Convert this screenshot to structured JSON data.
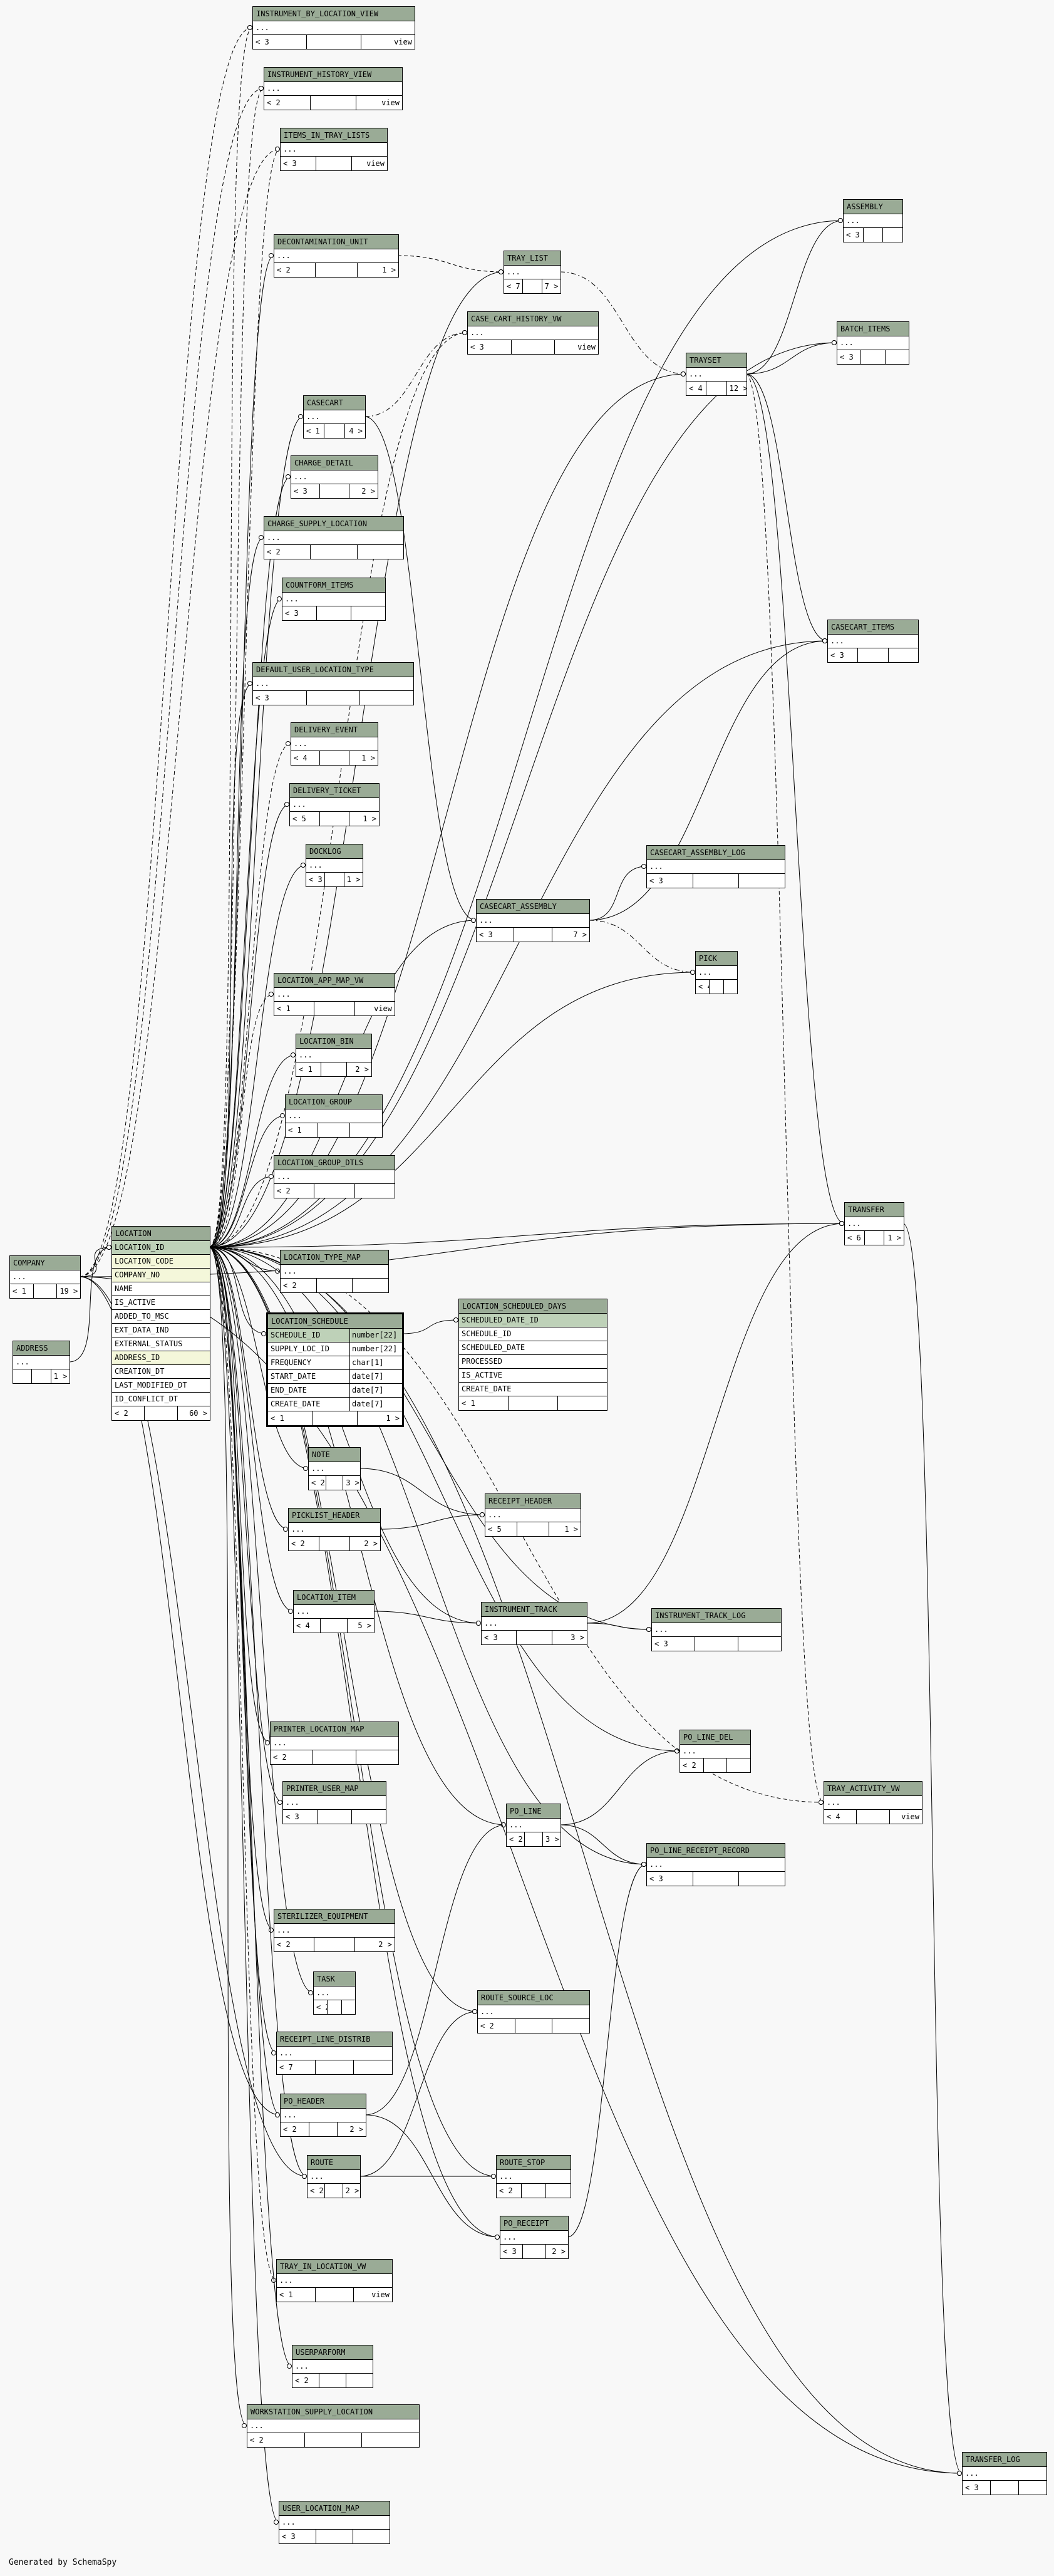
{
  "generator": "Generated by SchemaSpy",
  "tables": [
    {
      "id": "INSTRUMENT_BY_LOCATION_VIEW",
      "label": "INSTRUMENT_BY_LOCATION_VIEW",
      "ellipsis": "...",
      "footer": [
        "< 3",
        "",
        "view"
      ]
    },
    {
      "id": "INSTRUMENT_HISTORY_VIEW",
      "label": "INSTRUMENT_HISTORY_VIEW",
      "ellipsis": "...",
      "footer": [
        "< 2",
        "",
        "view"
      ]
    },
    {
      "id": "ITEMS_IN_TRAY_LISTS",
      "label": "ITEMS_IN_TRAY_LISTS",
      "ellipsis": "...",
      "footer": [
        "< 3",
        "",
        "view"
      ]
    },
    {
      "id": "ASSEMBLY",
      "label": "ASSEMBLY",
      "ellipsis": "...",
      "footer": [
        "< 3",
        "",
        ""
      ]
    },
    {
      "id": "DECONTAMINATION_UNIT",
      "label": "DECONTAMINATION_UNIT",
      "ellipsis": "...",
      "footer": [
        "< 2",
        "",
        "1 >"
      ]
    },
    {
      "id": "TRAY_LIST",
      "label": "TRAY_LIST",
      "ellipsis": "...",
      "footer": [
        "< 7",
        "",
        "7 >"
      ]
    },
    {
      "id": "CASE_CART_HISTORY_VW",
      "label": "CASE_CART_HISTORY_VW",
      "ellipsis": "...",
      "footer": [
        "< 3",
        "",
        "view"
      ]
    },
    {
      "id": "BATCH_ITEMS",
      "label": "BATCH_ITEMS",
      "ellipsis": "...",
      "footer": [
        "< 3",
        "",
        ""
      ]
    },
    {
      "id": "TRAYSET",
      "label": "TRAYSET",
      "ellipsis": "...",
      "footer": [
        "< 4",
        "",
        "12 >"
      ]
    },
    {
      "id": "CASECART",
      "label": "CASECART",
      "ellipsis": "...",
      "footer": [
        "< 1",
        "",
        "4 >"
      ]
    },
    {
      "id": "CHARGE_DETAIL",
      "label": "CHARGE_DETAIL",
      "ellipsis": "...",
      "footer": [
        "< 3",
        "",
        "2 >"
      ]
    },
    {
      "id": "CHARGE_SUPPLY_LOCATION",
      "label": "CHARGE_SUPPLY_LOCATION",
      "ellipsis": "...",
      "footer": [
        "< 2",
        "",
        ""
      ]
    },
    {
      "id": "COUNTFORM_ITEMS",
      "label": "COUNTFORM_ITEMS",
      "ellipsis": "...",
      "footer": [
        "< 3",
        "",
        ""
      ]
    },
    {
      "id": "CASECART_ITEMS",
      "label": "CASECART_ITEMS",
      "ellipsis": "...",
      "footer": [
        "< 3",
        "",
        ""
      ]
    },
    {
      "id": "DEFAULT_USER_LOCATION_TYPE",
      "label": "DEFAULT_USER_LOCATION_TYPE",
      "ellipsis": "...",
      "footer": [
        "< 3",
        "",
        ""
      ]
    },
    {
      "id": "DELIVERY_EVENT",
      "label": "DELIVERY_EVENT",
      "ellipsis": "...",
      "footer": [
        "< 4",
        "",
        "1 >"
      ]
    },
    {
      "id": "DELIVERY_TICKET",
      "label": "DELIVERY_TICKET",
      "ellipsis": "...",
      "footer": [
        "< 5",
        "",
        "1 >"
      ]
    },
    {
      "id": "DOCKLOG",
      "label": "DOCKLOG",
      "ellipsis": "...",
      "footer": [
        "< 3",
        "",
        "1 >"
      ]
    },
    {
      "id": "CASECART_ASSEMBLY_LOG",
      "label": "CASECART_ASSEMBLY_LOG",
      "ellipsis": "...",
      "footer": [
        "< 3",
        "",
        ""
      ]
    },
    {
      "id": "CASECART_ASSEMBLY",
      "label": "CASECART_ASSEMBLY",
      "ellipsis": "...",
      "footer": [
        "< 3",
        "",
        "7 >"
      ]
    },
    {
      "id": "PICK",
      "label": "PICK",
      "ellipsis": "...",
      "footer": [
        "< 4",
        "",
        ""
      ]
    },
    {
      "id": "LOCATION_APP_MAP_VW",
      "label": "LOCATION_APP_MAP_VW",
      "ellipsis": "...",
      "footer": [
        "< 1",
        "",
        "view"
      ]
    },
    {
      "id": "LOCATION_BIN",
      "label": "LOCATION_BIN",
      "ellipsis": "...",
      "footer": [
        "< 1",
        "",
        "2 >"
      ]
    },
    {
      "id": "LOCATION_GROUP",
      "label": "LOCATION_GROUP",
      "ellipsis": "...",
      "footer": [
        "< 1",
        "",
        ""
      ]
    },
    {
      "id": "LOCATION_GROUP_DTLS",
      "label": "LOCATION_GROUP_DTLS",
      "ellipsis": "...",
      "footer": [
        "< 2",
        "",
        ""
      ]
    },
    {
      "id": "TRANSFER",
      "label": "TRANSFER",
      "ellipsis": "...",
      "footer": [
        "< 6",
        "",
        "1 >"
      ]
    },
    {
      "id": "COMPANY",
      "label": "COMPANY",
      "ellipsis": "...",
      "footer": [
        "< 1",
        "",
        "19 >"
      ]
    },
    {
      "id": "LOCATION",
      "label": "LOCATION",
      "rows": [
        {
          "name": "LOCATION_ID",
          "kind": "pk"
        },
        {
          "name": "LOCATION_CODE",
          "kind": "key"
        },
        {
          "name": "COMPANY_NO",
          "kind": "key"
        },
        {
          "name": "NAME"
        },
        {
          "name": "IS_ACTIVE"
        },
        {
          "name": "ADDED_TO_MSC"
        },
        {
          "name": "EXT_DATA_IND"
        },
        {
          "name": "EXTERNAL_STATUS"
        },
        {
          "name": "ADDRESS_ID",
          "kind": "key"
        },
        {
          "name": "CREATION_DT"
        },
        {
          "name": "LAST_MODIFIED_DT"
        },
        {
          "name": "ID_CONFLICT_DT"
        }
      ],
      "footer": [
        "< 2",
        "",
        "60 >"
      ]
    },
    {
      "id": "LOCATION_TYPE_MAP",
      "label": "LOCATION_TYPE_MAP",
      "ellipsis": "...",
      "footer": [
        "< 2",
        "",
        ""
      ]
    },
    {
      "id": "ADDRESS",
      "label": "ADDRESS",
      "ellipsis": "...",
      "footer": [
        "",
        "",
        "1 >"
      ]
    },
    {
      "id": "LOCATION_SCHEDULE",
      "label": "LOCATION_SCHEDULE",
      "rows": [
        {
          "name": "SCHEDULE_ID",
          "type": "number[22]",
          "kind": "pk"
        },
        {
          "name": "SUPPLY_LOC_ID",
          "type": "number[22]"
        },
        {
          "name": "FREQUENCY",
          "type": "char[1]"
        },
        {
          "name": "START_DATE",
          "type": "date[7]"
        },
        {
          "name": "END_DATE",
          "type": "date[7]"
        },
        {
          "name": "CREATE_DATE",
          "type": "date[7]"
        }
      ],
      "footer": [
        "< 1",
        "",
        "1 >"
      ]
    },
    {
      "id": "LOCATION_SCHEDULED_DAYS",
      "label": "LOCATION_SCHEDULED_DAYS",
      "rows": [
        {
          "name": "SCHEDULED_DATE_ID",
          "kind": "pk"
        },
        {
          "name": "SCHEDULE_ID"
        },
        {
          "name": "SCHEDULED_DATE"
        },
        {
          "name": "PROCESSED"
        },
        {
          "name": "IS_ACTIVE"
        },
        {
          "name": "CREATE_DATE"
        }
      ],
      "footer": [
        "< 1",
        "",
        ""
      ]
    },
    {
      "id": "NOTE",
      "label": "NOTE",
      "ellipsis": "...",
      "footer": [
        "< 2",
        "",
        "3 >"
      ]
    },
    {
      "id": "RECEIPT_HEADER",
      "label": "RECEIPT_HEADER",
      "ellipsis": "...",
      "footer": [
        "< 5",
        "",
        "1 >"
      ]
    },
    {
      "id": "PICKLIST_HEADER",
      "label": "PICKLIST_HEADER",
      "ellipsis": "...",
      "footer": [
        "< 2",
        "",
        "2 >"
      ]
    },
    {
      "id": "LOCATION_ITEM",
      "label": "LOCATION_ITEM",
      "ellipsis": "...",
      "footer": [
        "< 4",
        "",
        "5 >"
      ]
    },
    {
      "id": "INSTRUMENT_TRACK",
      "label": "INSTRUMENT_TRACK",
      "ellipsis": "...",
      "footer": [
        "< 3",
        "",
        "3 >"
      ]
    },
    {
      "id": "INSTRUMENT_TRACK_LOG",
      "label": "INSTRUMENT_TRACK_LOG",
      "ellipsis": "...",
      "footer": [
        "< 3",
        "",
        ""
      ]
    },
    {
      "id": "PRINTER_LOCATION_MAP",
      "label": "PRINTER_LOCATION_MAP",
      "ellipsis": "...",
      "footer": [
        "< 2",
        "",
        ""
      ]
    },
    {
      "id": "PO_LINE_DEL",
      "label": "PO_LINE_DEL",
      "ellipsis": "...",
      "footer": [
        "< 2",
        "",
        ""
      ]
    },
    {
      "id": "PRINTER_USER_MAP",
      "label": "PRINTER_USER_MAP",
      "ellipsis": "...",
      "footer": [
        "< 3",
        "",
        ""
      ]
    },
    {
      "id": "TRAY_ACTIVITY_VW",
      "label": "TRAY_ACTIVITY_VW",
      "ellipsis": "...",
      "footer": [
        "< 4",
        "",
        "view"
      ]
    },
    {
      "id": "PO_LINE",
      "label": "PO_LINE",
      "ellipsis": "...",
      "footer": [
        "< 2",
        "",
        "3 >"
      ]
    },
    {
      "id": "PO_LINE_RECEIPT_RECORD",
      "label": "PO_LINE_RECEIPT_RECORD",
      "ellipsis": "...",
      "footer": [
        "< 3",
        "",
        ""
      ]
    },
    {
      "id": "STERILIZER_EQUIPMENT",
      "label": "STERILIZER_EQUIPMENT",
      "ellipsis": "...",
      "footer": [
        "< 2",
        "",
        "2 >"
      ]
    },
    {
      "id": "TASK",
      "label": "TASK",
      "ellipsis": "...",
      "footer": [
        "< 2",
        "",
        ""
      ]
    },
    {
      "id": "ROUTE_SOURCE_LOC",
      "label": "ROUTE_SOURCE_LOC",
      "ellipsis": "...",
      "footer": [
        "< 2",
        "",
        ""
      ]
    },
    {
      "id": "RECEIPT_LINE_DISTRIB",
      "label": "RECEIPT_LINE_DISTRIB",
      "ellipsis": "...",
      "footer": [
        "< 7",
        "",
        ""
      ]
    },
    {
      "id": "PO_HEADER",
      "label": "PO_HEADER",
      "ellipsis": "...",
      "footer": [
        "< 2",
        "",
        "2 >"
      ]
    },
    {
      "id": "ROUTE",
      "label": "ROUTE",
      "ellipsis": "...",
      "footer": [
        "< 2",
        "",
        "2 >"
      ]
    },
    {
      "id": "ROUTE_STOP",
      "label": "ROUTE_STOP",
      "ellipsis": "...",
      "footer": [
        "< 2",
        "",
        ""
      ]
    },
    {
      "id": "PO_RECEIPT",
      "label": "PO_RECEIPT",
      "ellipsis": "...",
      "footer": [
        "< 3",
        "",
        "2 >"
      ]
    },
    {
      "id": "TRAY_IN_LOCATION_VW",
      "label": "TRAY_IN_LOCATION_VW",
      "ellipsis": "...",
      "footer": [
        "< 1",
        "",
        "view"
      ]
    },
    {
      "id": "USERPARFORM",
      "label": "USERPARFORM",
      "ellipsis": "...",
      "footer": [
        "< 2",
        "",
        ""
      ]
    },
    {
      "id": "WORKSTATION_SUPPLY_LOCATION",
      "label": "WORKSTATION_SUPPLY_LOCATION",
      "ellipsis": "...",
      "footer": [
        "< 2",
        "",
        ""
      ]
    },
    {
      "id": "TRANSFER_LOG",
      "label": "TRANSFER_LOG",
      "ellipsis": "...",
      "footer": [
        "< 3",
        "",
        ""
      ]
    },
    {
      "id": "USER_LOCATION_MAP",
      "label": "USER_LOCATION_MAP",
      "ellipsis": "...",
      "footer": [
        "< 3",
        "",
        ""
      ]
    }
  ],
  "relationships": [
    {
      "from": "LOCATION",
      "to": "INSTRUMENT_BY_LOCATION_VIEW",
      "style": "dashed"
    },
    {
      "from": "LOCATION",
      "to": "INSTRUMENT_HISTORY_VIEW",
      "style": "dashed"
    },
    {
      "from": "LOCATION",
      "to": "ITEMS_IN_TRAY_LISTS",
      "style": "dashed"
    },
    {
      "from": "COMPANY",
      "to": "INSTRUMENT_BY_LOCATION_VIEW",
      "style": "dashed"
    },
    {
      "from": "COMPANY",
      "to": "INSTRUMENT_HISTORY_VIEW",
      "style": "dashed"
    },
    {
      "from": "COMPANY",
      "to": "ITEMS_IN_TRAY_LISTS",
      "style": "dashed"
    },
    {
      "from": "LOCATION",
      "to": "ASSEMBLY",
      "style": "solid"
    },
    {
      "from": "LOCATION",
      "to": "DECONTAMINATION_UNIT",
      "style": "solid"
    },
    {
      "from": "LOCATION",
      "to": "TRAY_LIST",
      "style": "solid"
    },
    {
      "from": "LOCATION",
      "to": "CASE_CART_HISTORY_VW",
      "style": "dashed"
    },
    {
      "from": "DECONTAMINATION_UNIT",
      "to": "TRAY_LIST",
      "style": "dashed"
    },
    {
      "from": "TRAY_LIST",
      "to": "TRAYSET",
      "style": "dashdot"
    },
    {
      "from": "LOCATION",
      "to": "BATCH_ITEMS",
      "style": "solid"
    },
    {
      "from": "LOCATION",
      "to": "TRAYSET",
      "style": "solid"
    },
    {
      "from": "TRAYSET",
      "to": "ASSEMBLY",
      "style": "solid"
    },
    {
      "from": "TRAYSET",
      "to": "BATCH_ITEMS",
      "style": "solid"
    },
    {
      "from": "TRAYSET",
      "to": "CASECART_ITEMS",
      "style": "solid"
    },
    {
      "from": "TRAYSET",
      "to": "TRANSFER",
      "style": "solid"
    },
    {
      "from": "TRAYSET",
      "to": "TRAY_ACTIVITY_VW",
      "style": "dashed"
    },
    {
      "from": "LOCATION",
      "to": "CASECART",
      "style": "solid"
    },
    {
      "from": "CASECART",
      "to": "CASE_CART_HISTORY_VW",
      "style": "dashdot"
    },
    {
      "from": "CASECART",
      "to": "CASECART_ASSEMBLY",
      "style": "solid"
    },
    {
      "from": "LOCATION",
      "to": "CHARGE_DETAIL",
      "style": "solid"
    },
    {
      "from": "LOCATION",
      "to": "CHARGE_SUPPLY_LOCATION",
      "style": "solid"
    },
    {
      "from": "LOCATION",
      "to": "COUNTFORM_ITEMS",
      "style": "solid"
    },
    {
      "from": "LOCATION",
      "to": "CASECART_ITEMS",
      "style": "solid"
    },
    {
      "from": "LOCATION",
      "to": "DEFAULT_USER_LOCATION_TYPE",
      "style": "solid"
    },
    {
      "from": "LOCATION",
      "to": "DELIVERY_EVENT",
      "style": "dashed"
    },
    {
      "from": "LOCATION",
      "to": "DELIVERY_TICKET",
      "style": "solid"
    },
    {
      "from": "LOCATION",
      "to": "DOCKLOG",
      "style": "solid"
    },
    {
      "from": "LOCATION",
      "to": "CASECART_ASSEMBLY",
      "style": "solid"
    },
    {
      "from": "CASECART_ASSEMBLY",
      "to": "CASECART_ASSEMBLY_LOG",
      "style": "solid"
    },
    {
      "from": "CASECART_ASSEMBLY",
      "to": "PICK",
      "style": "dashdot"
    },
    {
      "from": "CASECART_ASSEMBLY",
      "to": "CASECART_ITEMS",
      "style": "solid"
    },
    {
      "from": "LOCATION",
      "to": "PICK",
      "style": "solid"
    },
    {
      "from": "LOCATION",
      "to": "LOCATION_APP_MAP_VW",
      "style": "dashed"
    },
    {
      "from": "LOCATION",
      "to": "LOCATION_BIN",
      "style": "solid"
    },
    {
      "from": "LOCATION",
      "to": "LOCATION_GROUP",
      "style": "solid"
    },
    {
      "from": "LOCATION",
      "to": "LOCATION_GROUP_DTLS",
      "style": "solid"
    },
    {
      "from": "LOCATION",
      "to": "TRANSFER",
      "style": "solid"
    },
    {
      "from": "COMPANY",
      "to": "LOCATION",
      "style": "solid"
    },
    {
      "from": "COMPANY",
      "to": "TRANSFER",
      "style": "solid"
    },
    {
      "from": "ADDRESS",
      "to": "LOCATION",
      "style": "solid"
    },
    {
      "from": "LOCATION",
      "to": "LOCATION_TYPE_MAP",
      "style": "solid"
    },
    {
      "from": "LOCATION",
      "to": "LOCATION_SCHEDULE",
      "style": "solid"
    },
    {
      "from": "LOCATION_SCHEDULE",
      "to": "LOCATION_SCHEDULED_DAYS",
      "style": "solid"
    },
    {
      "from": "LOCATION",
      "to": "NOTE",
      "style": "solid"
    },
    {
      "from": "NOTE",
      "to": "RECEIPT_HEADER",
      "style": "solid"
    },
    {
      "from": "LOCATION",
      "to": "PICKLIST_HEADER",
      "style": "solid"
    },
    {
      "from": "PICKLIST_HEADER",
      "to": "RECEIPT_HEADER",
      "style": "solid"
    },
    {
      "from": "LOCATION",
      "to": "LOCATION_ITEM",
      "style": "solid"
    },
    {
      "from": "LOCATION_ITEM",
      "to": "INSTRUMENT_TRACK",
      "style": "solid"
    },
    {
      "from": "LOCATION",
      "to": "INSTRUMENT_TRACK",
      "style": "solid"
    },
    {
      "from": "INSTRUMENT_TRACK",
      "to": "INSTRUMENT_TRACK_LOG",
      "style": "solid"
    },
    {
      "from": "INSTRUMENT_TRACK",
      "to": "TRANSFER",
      "style": "solid"
    },
    {
      "from": "LOCATION",
      "to": "INSTRUMENT_TRACK_LOG",
      "style": "solid"
    },
    {
      "from": "LOCATION",
      "to": "PRINTER_LOCATION_MAP",
      "style": "solid"
    },
    {
      "from": "LOCATION",
      "to": "PO_LINE_DEL",
      "style": "solid"
    },
    {
      "from": "LOCATION",
      "to": "PRINTER_USER_MAP",
      "style": "solid"
    },
    {
      "from": "LOCATION",
      "to": "PO_LINE",
      "style": "solid"
    },
    {
      "from": "PO_LINE",
      "to": "PO_LINE_DEL",
      "style": "solid"
    },
    {
      "from": "PO_LINE",
      "to": "PO_LINE_RECEIPT_RECORD",
      "style": "solid"
    },
    {
      "from": "LOCATION",
      "to": "PO_LINE_RECEIPT_RECORD",
      "style": "solid"
    },
    {
      "from": "LOCATION",
      "to": "STERILIZER_EQUIPMENT",
      "style": "solid"
    },
    {
      "from": "LOCATION",
      "to": "TASK",
      "style": "solid"
    },
    {
      "from": "LOCATION",
      "to": "ROUTE_SOURCE_LOC",
      "style": "solid"
    },
    {
      "from": "LOCATION",
      "to": "RECEIPT_LINE_DISTRIB",
      "style": "solid"
    },
    {
      "from": "LOCATION",
      "to": "PO_HEADER",
      "style": "solid"
    },
    {
      "from": "COMPANY",
      "to": "PO_HEADER",
      "style": "solid"
    },
    {
      "from": "PO_HEADER",
      "to": "PO_LINE",
      "style": "solid"
    },
    {
      "from": "PO_HEADER",
      "to": "PO_RECEIPT",
      "style": "solid"
    },
    {
      "from": "LOCATION",
      "to": "ROUTE",
      "style": "solid"
    },
    {
      "from": "COMPANY",
      "to": "ROUTE",
      "style": "solid"
    },
    {
      "from": "ROUTE",
      "to": "ROUTE_SOURCE_LOC",
      "style": "solid"
    },
    {
      "from": "ROUTE",
      "to": "ROUTE_STOP",
      "style": "solid"
    },
    {
      "from": "LOCATION",
      "to": "ROUTE_STOP",
      "style": "solid"
    },
    {
      "from": "LOCATION",
      "to": "PO_RECEIPT",
      "style": "solid"
    },
    {
      "from": "PO_RECEIPT",
      "to": "PO_LINE_RECEIPT_RECORD",
      "style": "solid"
    },
    {
      "from": "LOCATION",
      "to": "TRAY_IN_LOCATION_VW",
      "style": "dashed"
    },
    {
      "from": "LOCATION",
      "to": "USERPARFORM",
      "style": "solid"
    },
    {
      "from": "LOCATION",
      "to": "WORKSTATION_SUPPLY_LOCATION",
      "style": "solid"
    },
    {
      "from": "LOCATION",
      "to": "TRANSFER_LOG",
      "style": "solid"
    },
    {
      "from": "TRANSFER",
      "to": "TRANSFER_LOG",
      "style": "solid"
    },
    {
      "from": "COMPANY",
      "to": "TRANSFER_LOG",
      "style": "solid"
    },
    {
      "from": "LOCATION",
      "to": "USER_LOCATION_MAP",
      "style": "solid"
    },
    {
      "from": "LOCATION",
      "to": "TRAY_ACTIVITY_VW",
      "style": "dashed"
    }
  ]
}
